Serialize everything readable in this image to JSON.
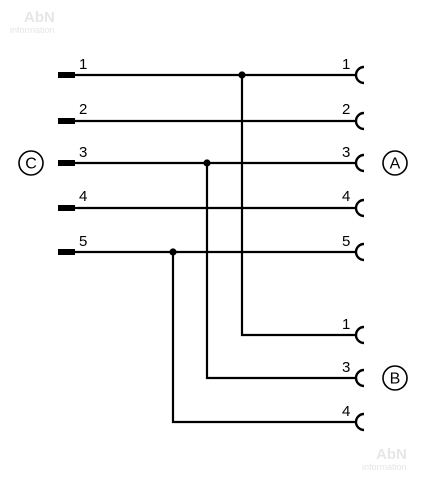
{
  "watermark": {
    "main": "AbN",
    "sub": "information"
  },
  "ports": {
    "c": {
      "label": "C"
    },
    "a": {
      "label": "A"
    },
    "b": {
      "label": "B"
    }
  },
  "left_pins": [
    "1",
    "2",
    "3",
    "4",
    "5"
  ],
  "right_a_pins": [
    "1",
    "2",
    "3",
    "4",
    "5"
  ],
  "right_b_pins": [
    "1",
    "3",
    "4"
  ],
  "colors": {
    "line": "#000000",
    "background": "#ffffff",
    "watermark": "#e6e6e6"
  }
}
